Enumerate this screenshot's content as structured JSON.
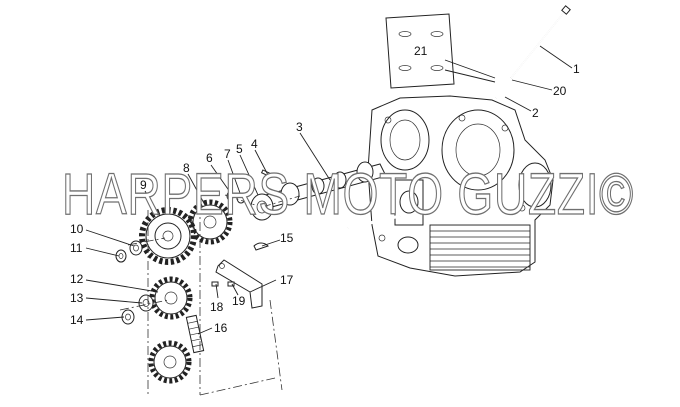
{
  "watermark": "HARPERS MOTO GUZZI©",
  "callouts": [
    {
      "id": "c1",
      "label": "1"
    },
    {
      "id": "c2",
      "label": "2"
    },
    {
      "id": "c3",
      "label": "3"
    },
    {
      "id": "c4",
      "label": "4"
    },
    {
      "id": "c5",
      "label": "5"
    },
    {
      "id": "c6",
      "label": "6"
    },
    {
      "id": "c7",
      "label": "7"
    },
    {
      "id": "c8",
      "label": "8"
    },
    {
      "id": "c9",
      "label": "9"
    },
    {
      "id": "c10",
      "label": "10"
    },
    {
      "id": "c11",
      "label": "11"
    },
    {
      "id": "c12",
      "label": "12"
    },
    {
      "id": "c13",
      "label": "13"
    },
    {
      "id": "c14",
      "label": "14"
    },
    {
      "id": "c15",
      "label": "15"
    },
    {
      "id": "c16",
      "label": "16"
    },
    {
      "id": "c17",
      "label": "17"
    },
    {
      "id": "c18",
      "label": "18"
    },
    {
      "id": "c19",
      "label": "19"
    },
    {
      "id": "c20",
      "label": "20"
    },
    {
      "id": "c21",
      "label": "21"
    }
  ]
}
